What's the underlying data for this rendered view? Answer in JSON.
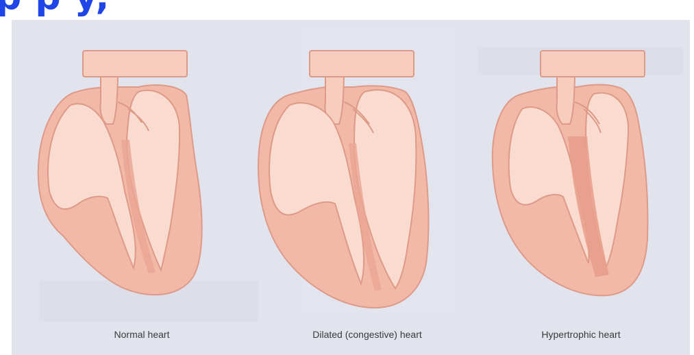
{
  "heading": {
    "text": "p      p  y,"
  },
  "figure": {
    "panels": [
      {
        "caption": "Normal heart"
      },
      {
        "caption": "Dilated (congestive) heart"
      },
      {
        "caption": "Hypertrophic heart"
      }
    ]
  },
  "colors": {
    "heading": "#1f44e8",
    "background": "#dfe2ec",
    "myocardium": "#f2b8a8",
    "chamber": "#f9dccf",
    "outline": "#d98f7c"
  }
}
